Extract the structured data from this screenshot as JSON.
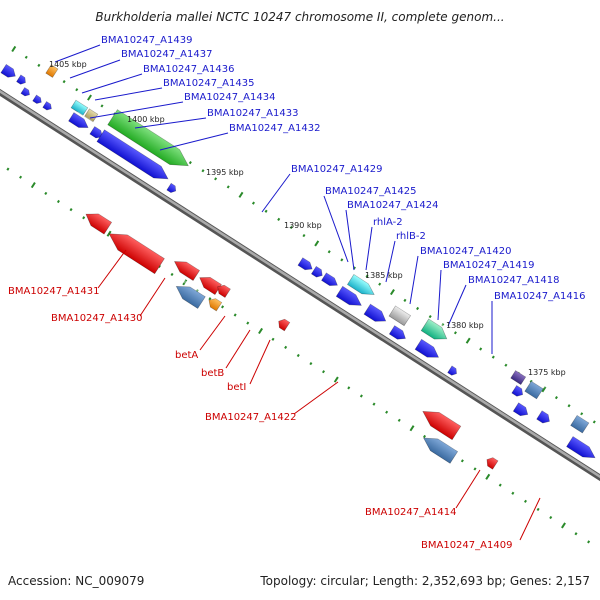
{
  "title": "Burkholderia mallei NCTC 10247 chromosome II, complete genom...",
  "footer": {
    "accession": "Accession: NC_009079",
    "summary": "Topology: circular; Length: 2,352,693 bp; Genes: 2,157"
  },
  "colors": {
    "backbone": "#888888",
    "forward_gene": "#1a1aff",
    "reverse_gene": "#ff2020",
    "forward_label": "#1a1acc",
    "reverse_label": "#cc0000",
    "ticks": "#2a8a2a",
    "rna": "#1ab0cc",
    "operon": "#33bb33"
  },
  "scale_labels": [
    "1405 kbp",
    "1400 kbp",
    "1395 kbp",
    "1390 kbp",
    "1385 kbp",
    "1380 kbp",
    "1375 kbp"
  ],
  "forward_labels": [
    "BMA10247_A1439",
    "BMA10247_A1437",
    "BMA10247_A1436",
    "BMA10247_A1435",
    "BMA10247_A1434",
    "BMA10247_A1433",
    "BMA10247_A1432",
    "BMA10247_A1429",
    "BMA10247_A1425",
    "BMA10247_A1424",
    "rhlA-2",
    "rhlB-2",
    "BMA10247_A1420",
    "BMA10247_A1419",
    "BMA10247_A1418",
    "BMA10247_A1416"
  ],
  "reverse_labels": [
    "BMA10247_A1431",
    "BMA10247_A1430",
    "betA",
    "betB",
    "betI",
    "BMA10247_A1422",
    "BMA10247_A1414",
    "BMA10247_A1409"
  ]
}
